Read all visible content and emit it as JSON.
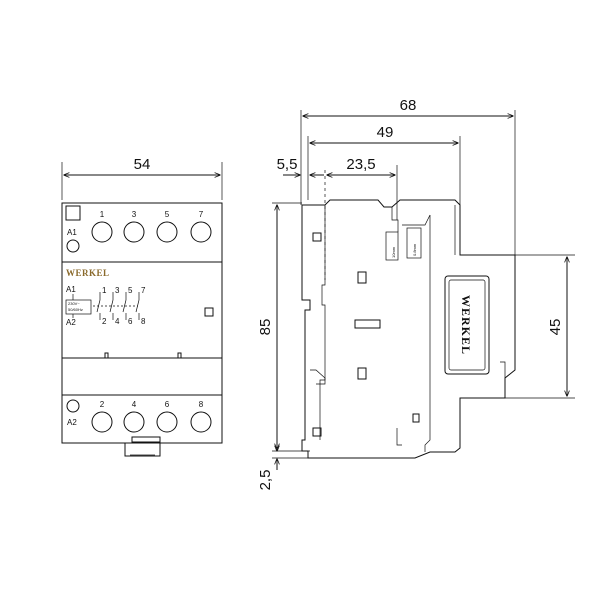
{
  "dimensions": {
    "front_width": "54",
    "side_total_depth": "68",
    "side_depth_49": "49",
    "side_offset": "5,5",
    "side_offset_2": "23,5",
    "height": "85",
    "height_45": "45",
    "bottom_offset": "2,5"
  },
  "front": {
    "terminals_top": [
      "1",
      "3",
      "5",
      "7"
    ],
    "terminals_bottom": [
      "2",
      "4",
      "6",
      "8"
    ],
    "coil_top": "A1",
    "coil_bottom": "A2",
    "brand": "WERKEL",
    "schematic": {
      "a1": "A1",
      "a2": "A2",
      "coil_rating_1": "230V~",
      "coil_rating_2": "50/60Hz",
      "top_nums": [
        "1",
        "3",
        "5",
        "7"
      ],
      "bottom_nums": [
        "2",
        "4",
        "6",
        "8"
      ]
    }
  },
  "side": {
    "brand": "WERKEL",
    "label_10mm": "10mm",
    "label_08mm": "0.8mm"
  },
  "colors": {
    "brand": "#8a6a2c",
    "line": "#111111"
  }
}
